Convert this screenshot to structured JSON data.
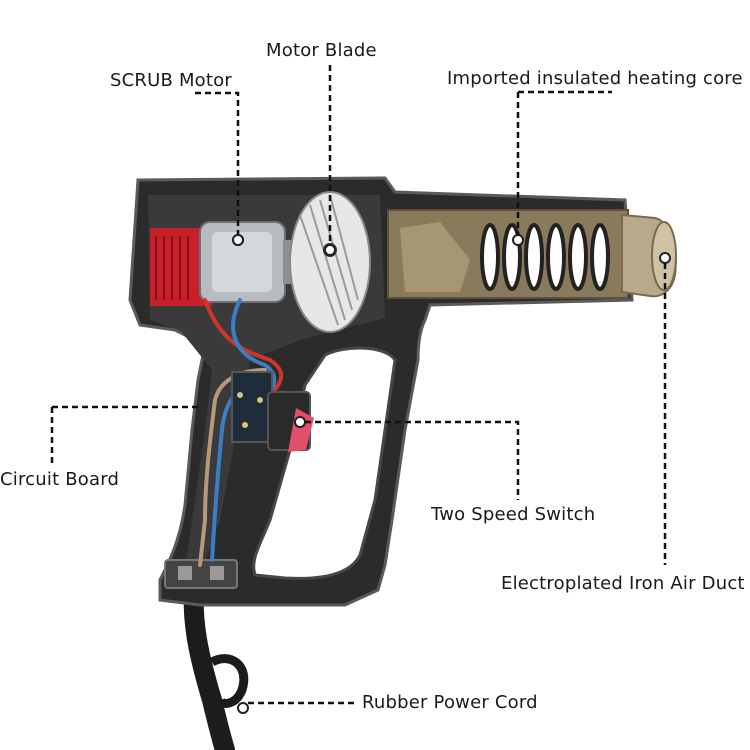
{
  "labels": {
    "motor_blade": "Motor Blade",
    "scrub_motor": "SCRUB Motor",
    "heating_core": "Imported insulated heating core",
    "circuit_board": "Circuit Board",
    "speed_switch": "Two Speed Switch",
    "air_duct": "Electroplated Iron Air Duct",
    "power_cord": "Rubber Power Cord"
  },
  "colors": {
    "body_shell": "#2b2b2b",
    "shell_edge": "#5a5a5a",
    "motor_red_mount": "#c8202a",
    "heating_board": "#8a7a5c",
    "coil_white": "#eeeeee",
    "nozzle_metal": "#b9a88a",
    "switch_pink": "#e0506a",
    "wire_blue": "#3a7fc4",
    "wire_red": "#d0342c",
    "wire_tan": "#b59a7a"
  }
}
